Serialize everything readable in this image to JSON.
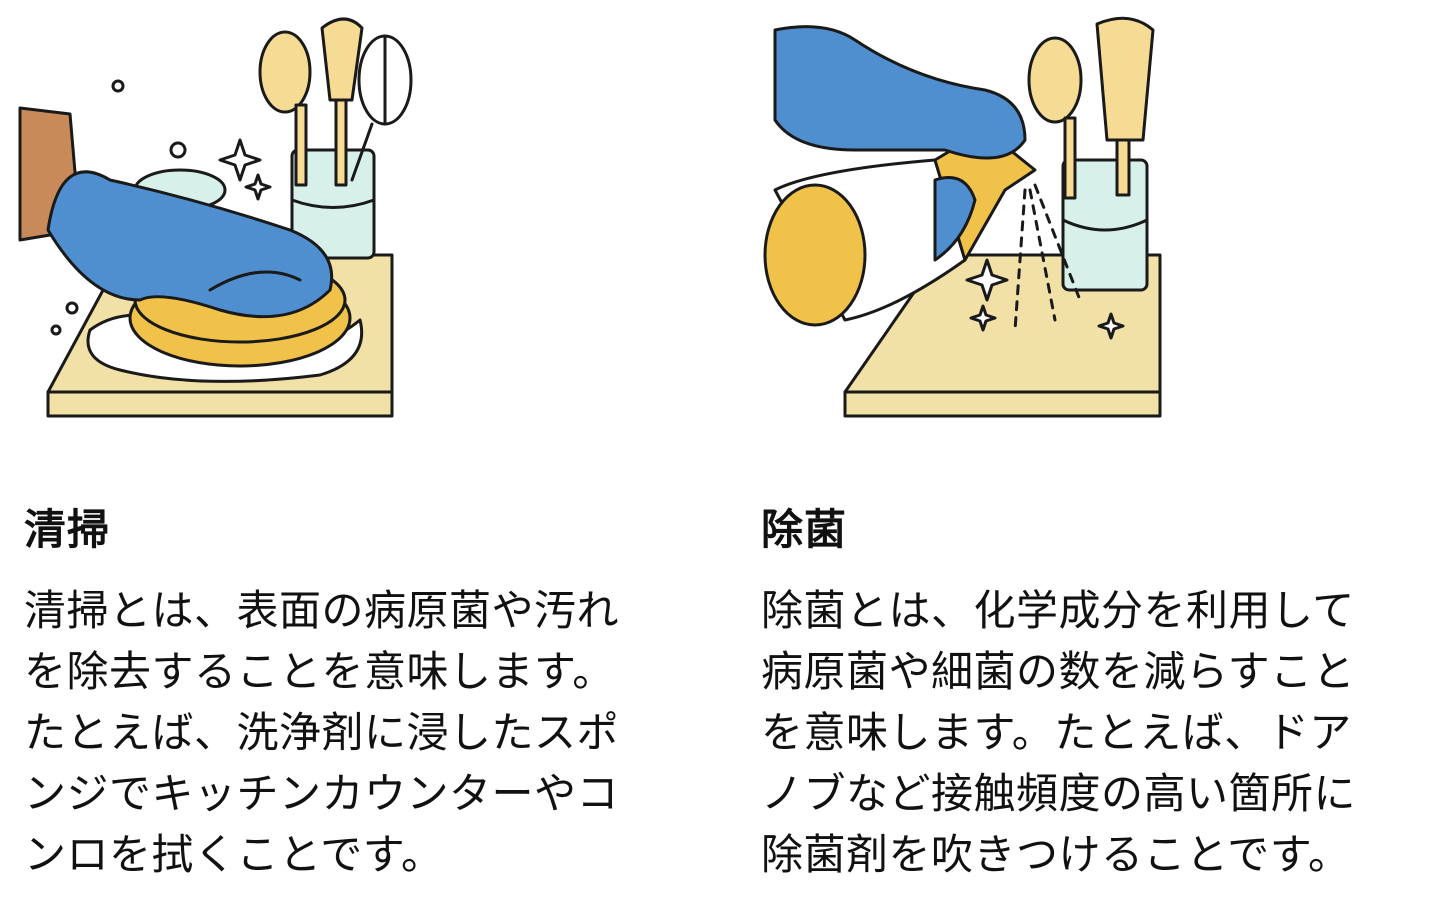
{
  "cleaning": {
    "heading": "清掃",
    "lines": [
      "清掃とは、表面の病原菌や汚れ",
      "を除去することを意味します。",
      "たとえば、洗浄剤に浸したスポ",
      "ンジでキッチンカウンターやコ",
      "ンロを拭くことです。"
    ]
  },
  "disinfecting": {
    "heading": "除菌",
    "lines": [
      "除菌とは、化学成分を利用して",
      "病原菌や細菌の数を減らすこと",
      "を意味します。たとえば、ドア",
      "ノブなど接触頻度の高い箇所に",
      "除菌剤を吹きつけることです。"
    ]
  },
  "colors": {
    "glove": "#4f8fd0",
    "sponge": "#f0c24a",
    "counter": "#f1e1a6",
    "cup": "#d7f0ea",
    "utensil": "#f5db94",
    "skin": "#c98a5a",
    "outline": "#1a1a1a"
  },
  "icons": [
    "cleaning-illustration",
    "disinfecting-illustration"
  ]
}
